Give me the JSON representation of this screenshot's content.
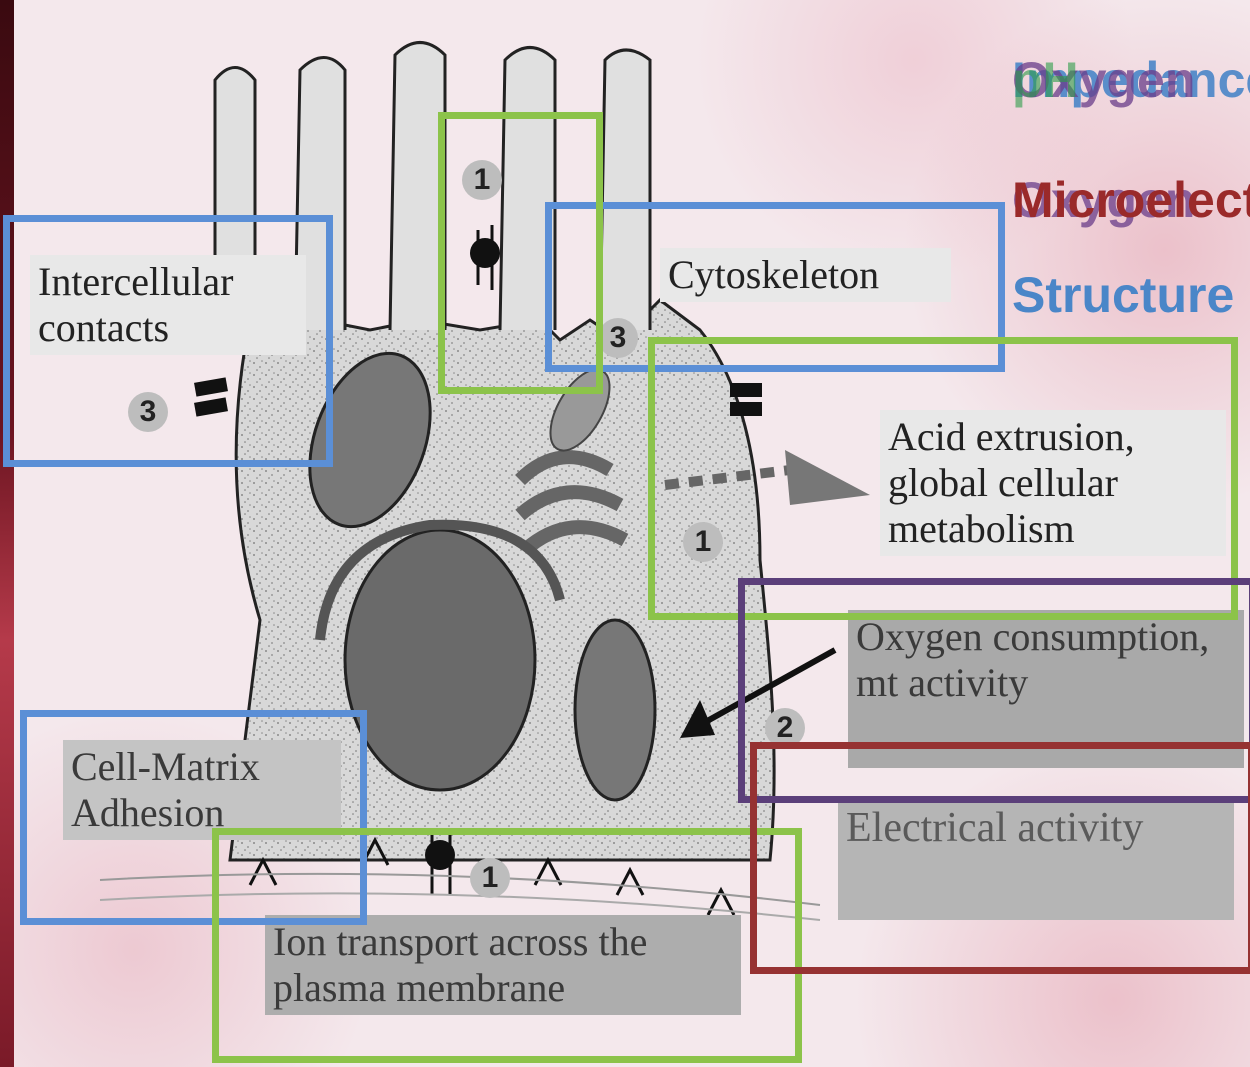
{
  "colors": {
    "blue_box": "#5b8fd6",
    "green_box": "#8cc34a",
    "purple_box": "#5b3f7a",
    "red_box": "#963232",
    "overlay_blue": "#4a86c8",
    "overlay_green": "#2e9e4a",
    "overlay_purple": "#6a3d8a",
    "overlay_red": "#9a2a2a"
  },
  "labels": {
    "intercellular": "Intercellular contacts",
    "cytoskeleton": "Cytoskeleton",
    "acid": "Acid extrusion, global cellular metabolism",
    "oxygen": "Oxygen consumption, mt activity",
    "electrical": "Electrical activity",
    "cell_matrix": "Cell-Matrix Adhesion",
    "ion_transport": "Ion transport across the plasma membrane"
  },
  "badges": {
    "top": "1",
    "cyto": "3",
    "contacts": "3",
    "acid": "1",
    "oxygen": "2",
    "bottom": "1"
  },
  "overlay": {
    "line1_a": "Impedance",
    "line1_b": "Oxygen",
    "line1_c": "pH",
    "line2_a": "Microelectrode",
    "line2_b": "Oxygen",
    "line3": "Structure"
  }
}
